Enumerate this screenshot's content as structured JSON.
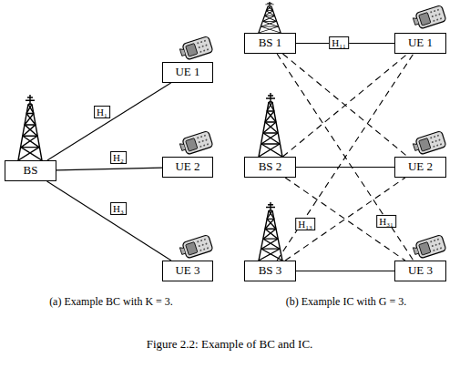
{
  "diagram": {
    "caption": "Figure 2.2: Example of BC and IC.",
    "nodes": [
      {
        "text": [
          "BS"
        ]
      },
      {
        "text": [
          "UE 1"
        ]
      },
      {
        "text": [
          "UE 2"
        ]
      },
      {
        "text": [
          "UE 3"
        ]
      },
      {
        "text": [
          "BS 1"
        ]
      },
      {
        "text": [
          "BS 2"
        ]
      },
      {
        "text": [
          "BS 3"
        ]
      },
      {
        "text": [
          "UE 1"
        ]
      },
      {
        "text": [
          "UE 2"
        ]
      },
      {
        "text": [
          "UE 3"
        ]
      }
    ],
    "edges": [
      {
        "from": 0,
        "to": 1,
        "arrow": "none",
        "label": "H₁"
      },
      {
        "from": 0,
        "to": 2,
        "arrow": "none",
        "label": "H₂"
      },
      {
        "from": 0,
        "to": 3,
        "arrow": "none",
        "label": "H₃"
      },
      {
        "from": 4,
        "to": 7,
        "arrow": "none",
        "label": "H₁₁"
      },
      {
        "from": 4,
        "to": 8,
        "arrow": "none"
      },
      {
        "from": 4,
        "to": 9,
        "arrow": "none",
        "label": "H₃₁"
      },
      {
        "from": 5,
        "to": 7,
        "arrow": "none"
      },
      {
        "from": 5,
        "to": 8,
        "arrow": "none"
      },
      {
        "from": 5,
        "to": 9,
        "arrow": "none"
      },
      {
        "from": 6,
        "to": 7,
        "arrow": "none",
        "label": "H₁₃"
      },
      {
        "from": 6,
        "to": 8,
        "arrow": "none"
      },
      {
        "from": 6,
        "to": 9,
        "arrow": "none"
      }
    ],
    "labels": [
      "(a) Example BC with K = 3.",
      "(b) Example IC with G = 3."
    ]
  }
}
